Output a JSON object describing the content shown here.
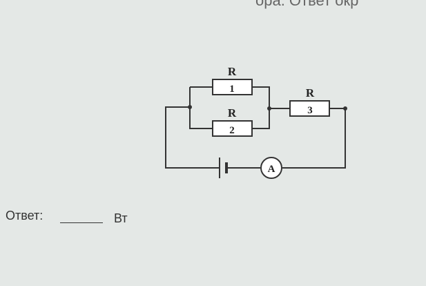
{
  "top_text": "ора. Ответ окр",
  "diagram": {
    "r1_letter": "R",
    "r1_index": "1",
    "r2_letter": "R",
    "r2_index": "2",
    "r3_letter": "R",
    "r3_index": "3",
    "ammeter": "A"
  },
  "answer": {
    "label": "Ответ:",
    "unit": "Вт"
  }
}
